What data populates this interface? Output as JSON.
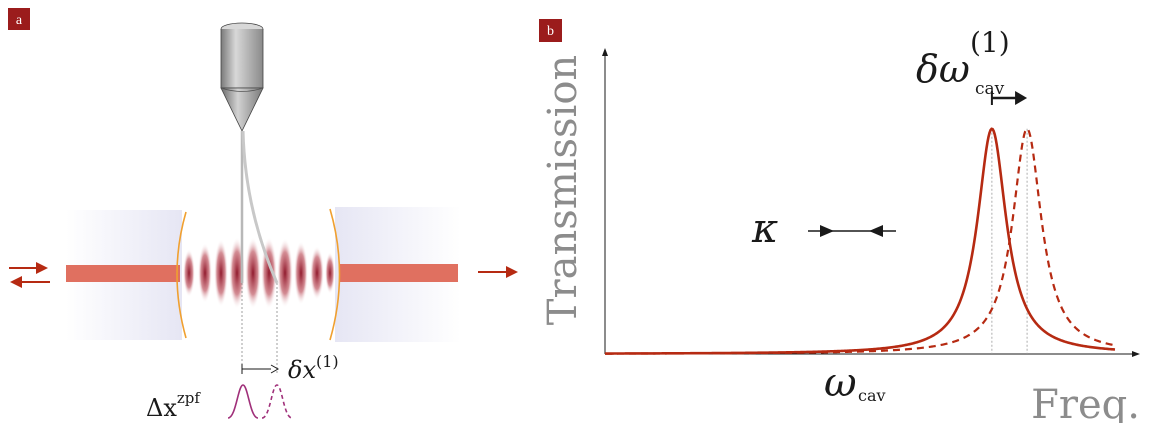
{
  "panel_a": {
    "badge": "a",
    "displacement_label": {
      "symbol": "δx",
      "superscript": "(1)"
    },
    "zpf_label": {
      "symbol": "Δx",
      "superscript": "zpf"
    }
  },
  "panel_b": {
    "badge": "b",
    "ylabel": "Transmission",
    "xlabel": "Freq.",
    "shift_label": {
      "symbol": "δω",
      "subscript": "cav",
      "superscript": "(1)"
    },
    "linewidth_label": "κ",
    "resonance_label": {
      "symbol": "ω",
      "subscript": "cav"
    }
  },
  "colors": {
    "accent_red": "#b62a12",
    "beam": "#e07060",
    "badge": "#9b1c1c",
    "zpf_purple": "#a0307a",
    "mirror": "#f0a030"
  },
  "chart_data": {
    "type": "line",
    "title": "",
    "xlabel": "Freq.",
    "ylabel": "Transmission",
    "series": [
      {
        "center": 0.0,
        "half_width": 1.0,
        "style": "solid"
      },
      {
        "center": 2.0,
        "half_width": 1.0,
        "style": "dashed"
      }
    ],
    "xlim": [
      -22,
      7
    ],
    "ylim": [
      0,
      1.15
    ],
    "annotations": [
      "κ",
      "ωcav",
      "δωcav(1)"
    ]
  }
}
